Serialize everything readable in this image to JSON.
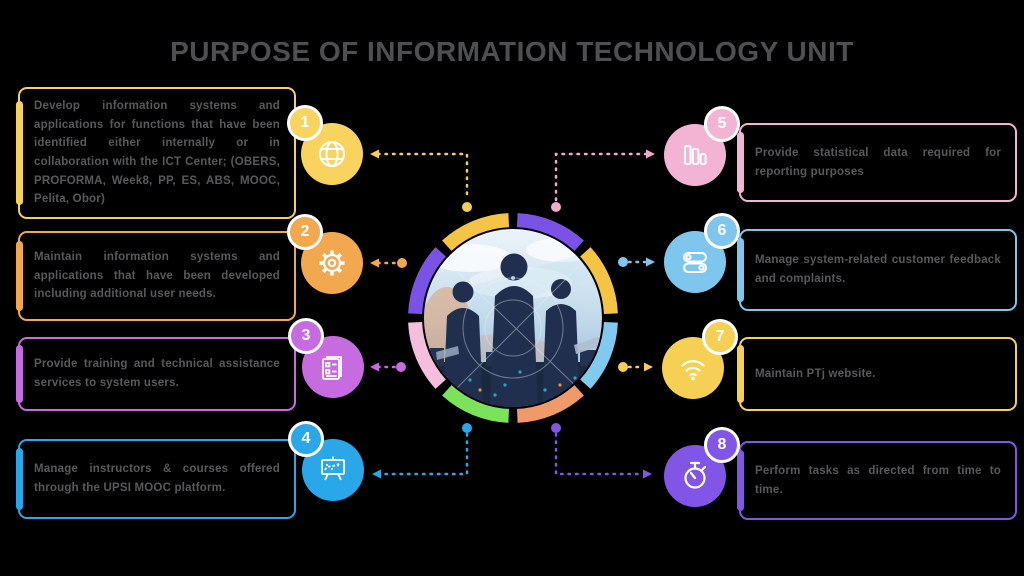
{
  "title": "PURPOSE OF INFORMATION TECHNOLOGY UNIT",
  "text_color": "#58595B",
  "background_color": "#000000",
  "items": [
    {
      "number": "1",
      "side": "left",
      "icon": "globe-icon",
      "color": "#F8D45F",
      "text": "Develop information systems and applications for functions that have been identified either internally or in collaboration with the ICT Center; (OBERS, PROFORMA, Week8, PP, ES, ABS, MOOC, Pelita, Obor)"
    },
    {
      "number": "2",
      "side": "left",
      "icon": "gear-icon",
      "color": "#F2A84E",
      "text": "Maintain information systems and applications that have been developed including additional user needs."
    },
    {
      "number": "3",
      "side": "left",
      "icon": "documents-checklist-icon",
      "color": "#C76BE0",
      "text": "Provide training and technical assistance services to system users."
    },
    {
      "number": "4",
      "side": "left",
      "icon": "presentation-chart-icon",
      "color": "#29A7E8",
      "text": "Manage instructors & courses offered through the UPSI MOOC platform."
    },
    {
      "number": "5",
      "side": "right",
      "icon": "bar-chart-icon",
      "color": "#F3B3D2",
      "text": "Provide statistical data required for reporting purposes"
    },
    {
      "number": "6",
      "side": "right",
      "icon": "toggle-switches-icon",
      "color": "#7FC6EE",
      "text": "Manage system-related customer feedback and complaints."
    },
    {
      "number": "7",
      "side": "right",
      "icon": "wifi-icon",
      "color": "#F6D054",
      "text": "Maintain PTj website."
    },
    {
      "number": "8",
      "side": "right",
      "icon": "stopwatch-icon",
      "color": "#8156E6",
      "text": "Perform tasks as directed from time to time."
    }
  ],
  "center": {
    "ring_colors_clockwise_from_top": [
      "#7A53E6",
      "#F6C445",
      "#82C9F0",
      "#F09A6A",
      "#7CE25A",
      "#F4BEDD",
      "#7A53E6",
      "#F6C445"
    ]
  }
}
